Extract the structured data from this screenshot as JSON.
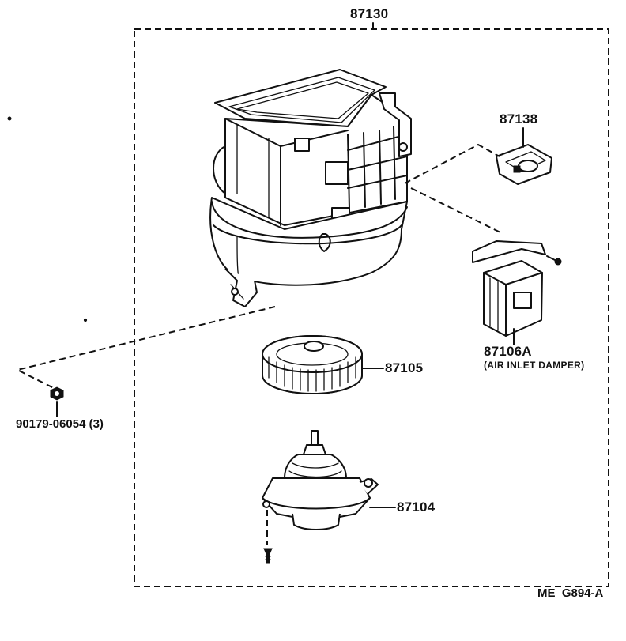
{
  "diagram": {
    "assembly_part_no": "87130",
    "parts": [
      {
        "id": "resistor",
        "part_no": "87138"
      },
      {
        "id": "fan",
        "part_no": "87105"
      },
      {
        "id": "damper_servo",
        "part_no": "87106A",
        "note": "(AIR INLET DAMPER)"
      },
      {
        "id": "nut",
        "part_no": "90179-06054 (3)"
      },
      {
        "id": "motor",
        "part_no": "87104"
      }
    ],
    "figure_code": "ME  G894-A"
  }
}
